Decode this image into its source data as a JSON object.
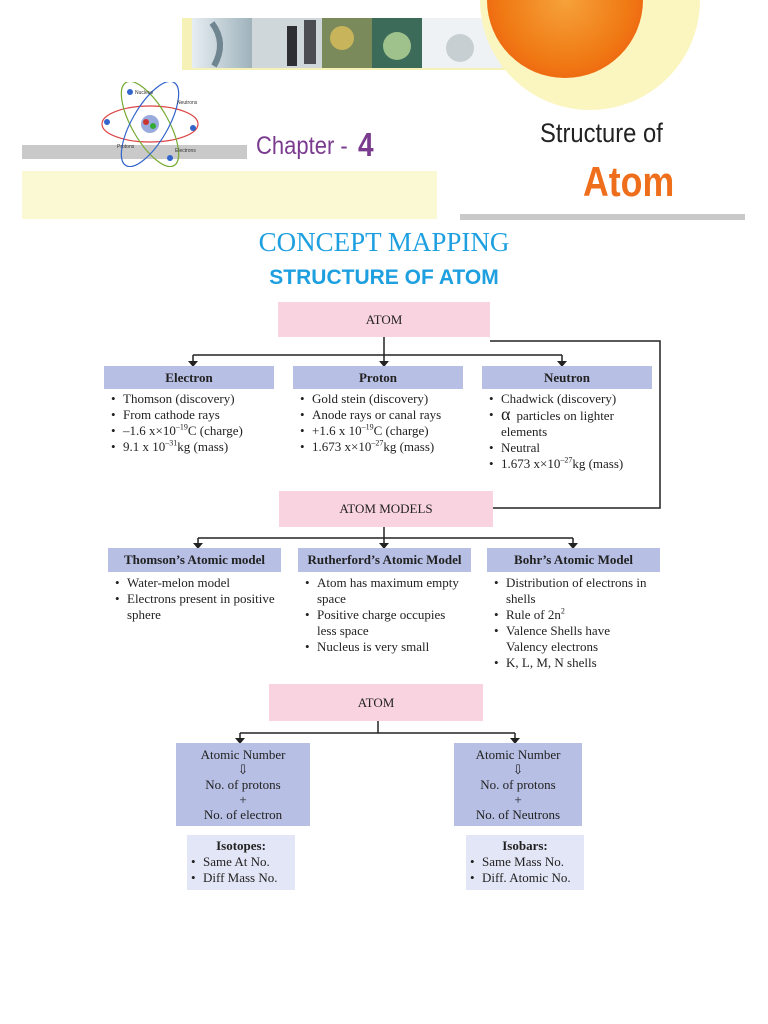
{
  "header": {
    "chapter_label": "Chapter -",
    "chapter_number": "4",
    "title_line1": "Structure of",
    "title_line2": "Atom",
    "logo_labels": [
      "Nucleus",
      "Protons",
      "Electrons",
      "Neutrons"
    ]
  },
  "headings": {
    "concept_mapping": "CONCEPT MAPPING",
    "subtitle": "STRUCTURE OF ATOM"
  },
  "atom_root": "ATOM",
  "particles": [
    {
      "title": "Electron",
      "items": [
        "Thomson (discovery)",
        "From cathode rays",
        "–1.6 x×10",
        "9.1 x 10"
      ],
      "exp": [
        "",
        "",
        "–19",
        "–31"
      ],
      "tail": [
        "",
        "",
        "C (charge)",
        "kg (mass)"
      ]
    },
    {
      "title": "Proton",
      "items": [
        "Gold stein (discovery)",
        "Anode rays or canal rays",
        "+1.6 x 10",
        "1.673 x×10"
      ],
      "exp": [
        "",
        "",
        "–19",
        "–27"
      ],
      "tail": [
        "",
        "",
        "C (charge)",
        "kg (mass)"
      ]
    },
    {
      "title": "Neutron",
      "items": [
        "Chadwick (discovery)",
        "α",
        "Neutral",
        "1.673 x×10"
      ],
      "alpha_tail": "particles on lighter elements",
      "exp_last": "–27",
      "tail_last": "kg (mass)"
    }
  ],
  "atom_models_label": "ATOM MODELS",
  "models": [
    {
      "title": "Thomson’s Atomic model",
      "items": [
        "Water-melon model",
        "Electrons present in positive sphere"
      ]
    },
    {
      "title": "Rutherford’s Atomic Model",
      "items": [
        "Atom has maximum empty space",
        "Positive charge occupies less space",
        "Nucleus is very small"
      ]
    },
    {
      "title": "Bohr’s Atomic Model",
      "items": [
        "Distribution of electrons in shells",
        "Rule of 2n",
        "Valence Shells have Valency electrons",
        "K, L, M, N shells"
      ],
      "rule_exp": "2"
    }
  ],
  "atom_bottom": "ATOM",
  "left_calc": {
    "line1": "Atomic Number",
    "arrow": "⇩",
    "line2": "No. of protons",
    "plus": "+",
    "line3": "No. of electron"
  },
  "right_calc": {
    "line1": "Atomic Number",
    "arrow": "⇩",
    "line2": "No. of protons",
    "plus": "+",
    "line3": "No. of Neutrons"
  },
  "isotopes": {
    "title": "Isotopes:",
    "items": [
      "Same At No.",
      "Diff Mass No."
    ]
  },
  "isobars": {
    "title": "Isobars:",
    "items": [
      "Same Mass No.",
      "Diff. Atomic No."
    ]
  },
  "colors": {
    "heading_blue": "#1ea0e0",
    "chapter_purple": "#7a3b8f",
    "atom_orange": "#ef6e1c",
    "pink_box": "#fad3e0",
    "lavender_box": "#b7bfe4"
  }
}
